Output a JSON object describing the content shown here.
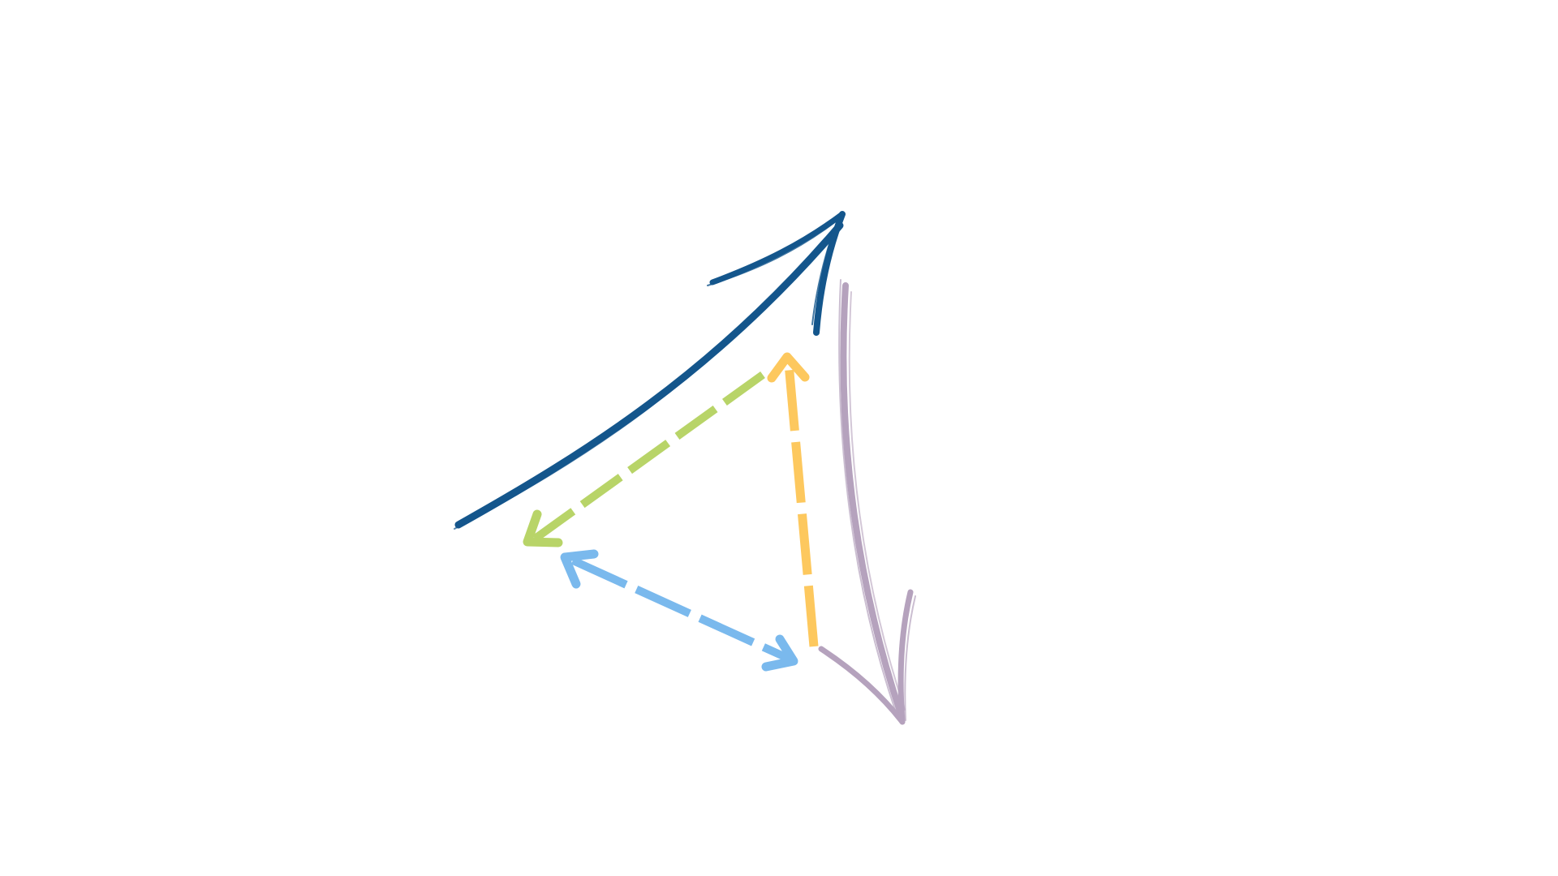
{
  "diagram": {
    "background_color": "#ffffff",
    "arrows": [
      {
        "id": "blue-brush-arrow",
        "style": "brush",
        "head": "end",
        "direction": "up-right",
        "color": "#14568c"
      },
      {
        "id": "purple-brush-arrow",
        "style": "brush",
        "head": "end",
        "direction": "down",
        "color": "#b5a2bd"
      },
      {
        "id": "green-dashed-arrow",
        "style": "dashed",
        "head": "end",
        "direction": "down-left",
        "color": "#b8d468"
      },
      {
        "id": "yellow-dashed-arrow",
        "style": "dashed",
        "head": "end",
        "direction": "up",
        "color": "#fdc85e"
      },
      {
        "id": "light-blue-dashed-arrow",
        "style": "dashed",
        "head": "both",
        "direction": "diagonal",
        "color": "#7ab9ed"
      }
    ]
  }
}
